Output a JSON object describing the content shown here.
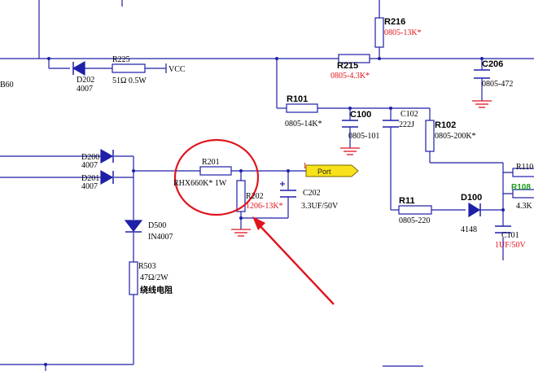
{
  "schematic": {
    "labels": {
      "r216": "R216",
      "r216_val": "0805-13K*",
      "r215": "R215",
      "r215_val": "0805-4.3K*",
      "c206": "C206",
      "c206_val": "0805-472",
      "r225": "R225",
      "r225_val": "51Ω 0.5W",
      "vcc": "VCC",
      "d202": "D202",
      "d202_val": "4007",
      "b60": "B60",
      "r101": "R101",
      "r101_val": "0805-14K*",
      "c100": "C100",
      "c100_val": "0805-101",
      "c102": "C102",
      "c102_val": "222J",
      "r102": "R102",
      "r102_val": "0805-200K*",
      "d200": "D200",
      "d200_val": "4007",
      "d201": "D201",
      "d201_val": "4007",
      "r201": "R201",
      "r201_val": "RHX660K* 1W",
      "port_pin": "1",
      "port": "Port",
      "r202": "R202",
      "r202_val": "1206-13K*",
      "c202": "C202",
      "c202_val": "3.3UF/50V",
      "r11": "R11",
      "r11_val": "0805-220",
      "d100": "D100",
      "d100_val": "4148",
      "r110": "R110",
      "r108": "R108",
      "r108_val": "4.3K",
      "c101": "C101",
      "c101_val": "1UF/50V",
      "d500": "D500",
      "d500_val": "IN4007",
      "r503": "R503",
      "r503_val": "47Ω/2W",
      "r503_note": "绕线电阻"
    },
    "colors": {
      "wire": "#1f1fa8",
      "ground": "#e0141e",
      "annotation": "#e0141e",
      "port_fill": "#f7e21b",
      "highlight_label": "#1a9c1a"
    }
  }
}
